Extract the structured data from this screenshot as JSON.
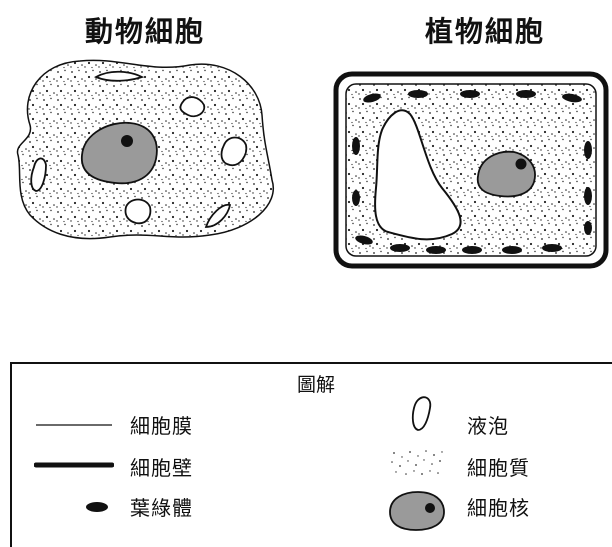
{
  "titles": {
    "animal": "動物細胞",
    "plant": "植物細胞"
  },
  "legend": {
    "title": "圖解",
    "items": [
      {
        "key": "cell_membrane",
        "label": "細胞膜"
      },
      {
        "key": "cell_wall",
        "label": "細胞壁"
      },
      {
        "key": "chloroplast",
        "label": "葉綠體"
      },
      {
        "key": "vacuole",
        "label": "液泡"
      },
      {
        "key": "cytoplasm",
        "label": "細胞質"
      },
      {
        "key": "nucleus",
        "label": "細胞核"
      }
    ]
  },
  "colors": {
    "nucleus_fill": "#9a9a9a",
    "outline": "#111111",
    "background": "#ffffff"
  }
}
